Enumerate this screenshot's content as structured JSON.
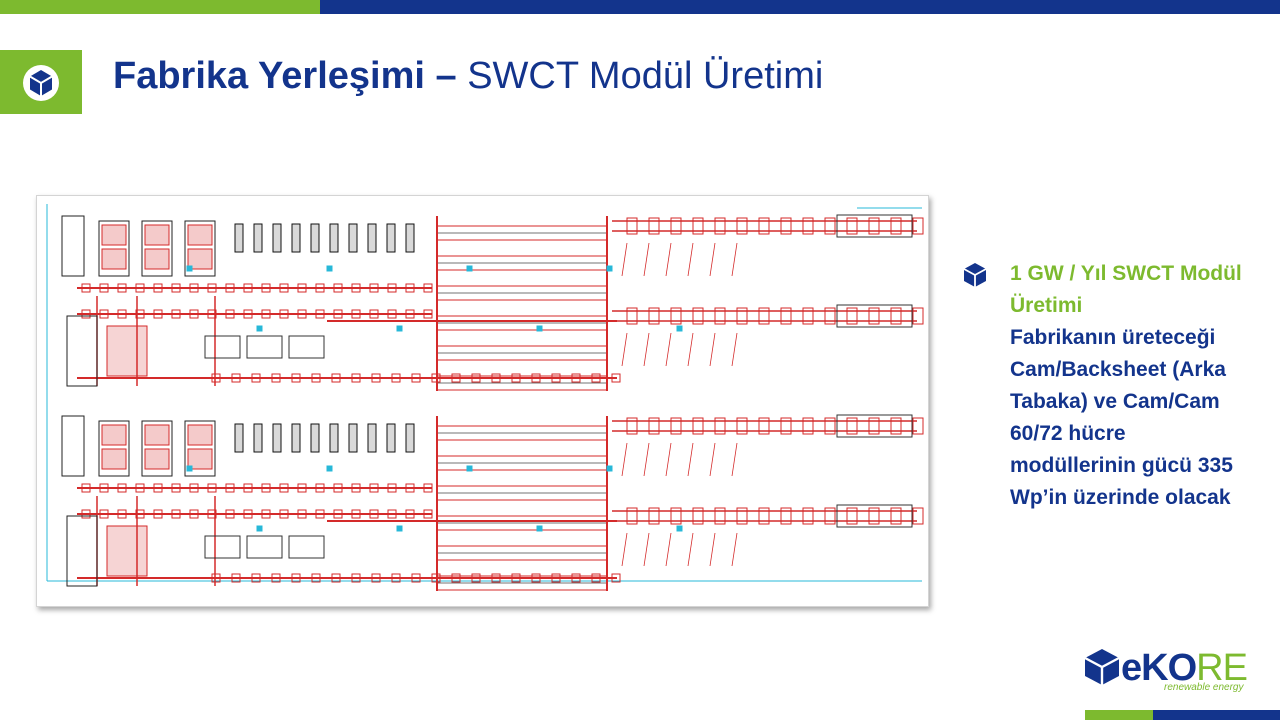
{
  "slide": {
    "title_bold": "Fabrika Yerleşimi –",
    "title_regular": " SWCT Modül Üretimi",
    "bullet": {
      "highlight": "1 GW / Yıl SWCT Modül Üretimi",
      "body": "Fabrikanın üreteceği Cam/Backsheet (Arka Tabaka) ve Cam/Cam 60/72 hücre modüllerinin gücü 335 Wp’in üzerinde olacak"
    },
    "logo": {
      "wordmark_main": "eKO",
      "wordmark_accent": "RE",
      "tagline": "renewable energy"
    }
  },
  "colors": {
    "brand_blue": "#13348c",
    "brand_green": "#7dba2f",
    "drawing_red": "#d42a2a",
    "drawing_cyan": "#27b8d8"
  },
  "icons": {
    "title": "cube-icon",
    "bullet": "cube-icon",
    "logo": "cube-icon"
  }
}
